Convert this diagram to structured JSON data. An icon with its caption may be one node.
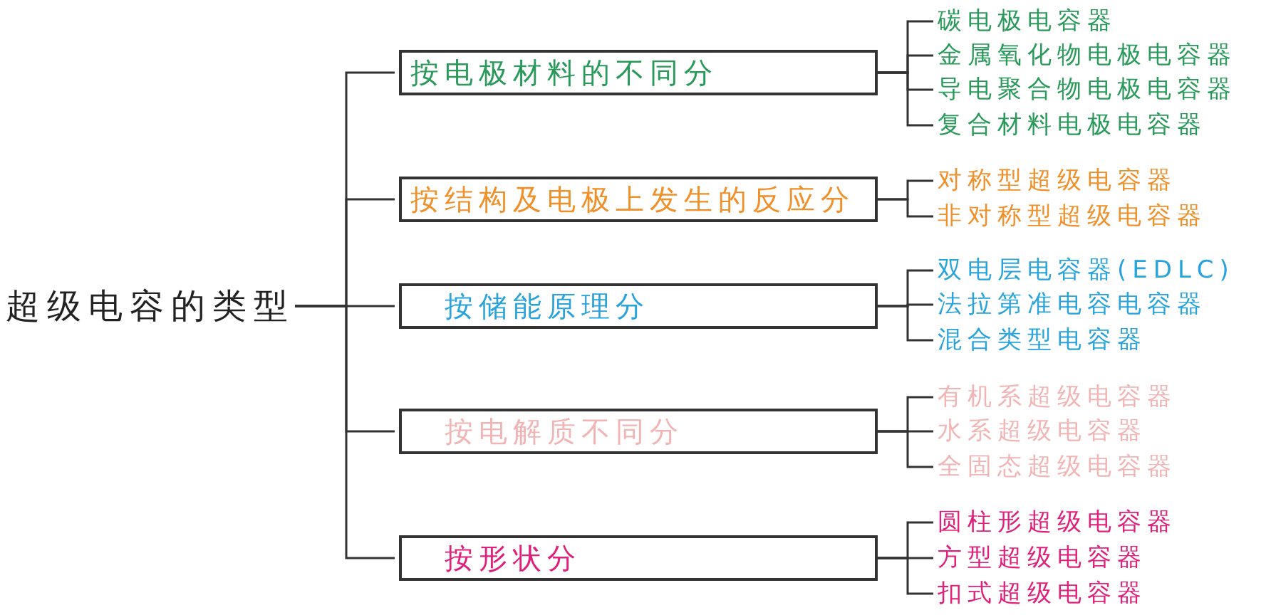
{
  "diagram": {
    "nodes": [
      {
        "text": [
          "超级电容的类型"
        ]
      },
      {
        "text": [
          "按电极材料的不同分"
        ]
      },
      {
        "text": [
          "碳电极电容器"
        ]
      },
      {
        "text": [
          "金属氧化物电极电容器"
        ]
      },
      {
        "text": [
          "导电聚合物电极电容器"
        ]
      },
      {
        "text": [
          "复合材料电极电容器"
        ]
      },
      {
        "text": [
          "按结构及电极上发生的反应分"
        ]
      },
      {
        "text": [
          "对称型超级电容器"
        ]
      },
      {
        "text": [
          "非对称型超级电容器"
        ]
      },
      {
        "text": [
          "按储能原理分"
        ]
      },
      {
        "text": [
          "双电层电容器(EDLC)"
        ]
      },
      {
        "text": [
          "法拉第准电容电容器"
        ]
      },
      {
        "text": [
          "混合类型电容器"
        ]
      },
      {
        "text": [
          "按电解质不同分"
        ]
      },
      {
        "text": [
          "有机系超级电容器"
        ]
      },
      {
        "text": [
          "水系超级电容器"
        ]
      },
      {
        "text": [
          "全固态超级电容器"
        ]
      },
      {
        "text": [
          "按形状分"
        ]
      },
      {
        "text": [
          "圆柱形超级电容器"
        ]
      },
      {
        "text": [
          "方型超级电容器"
        ]
      },
      {
        "text": [
          "扣式超级电容器"
        ]
      }
    ],
    "edges": [
      {
        "from": 0,
        "to": 1,
        "arrow": "none"
      },
      {
        "from": 0,
        "to": 6,
        "arrow": "none"
      },
      {
        "from": 0,
        "to": 9,
        "arrow": "none"
      },
      {
        "from": 0,
        "to": 13,
        "arrow": "none"
      },
      {
        "from": 0,
        "to": 17,
        "arrow": "none"
      },
      {
        "from": 1,
        "to": 2,
        "arrow": "none"
      },
      {
        "from": 1,
        "to": 3,
        "arrow": "none"
      },
      {
        "from": 1,
        "to": 4,
        "arrow": "none"
      },
      {
        "from": 1,
        "to": 5,
        "arrow": "none"
      },
      {
        "from": 6,
        "to": 7,
        "arrow": "none"
      },
      {
        "from": 6,
        "to": 8,
        "arrow": "none"
      },
      {
        "from": 9,
        "to": 10,
        "arrow": "none"
      },
      {
        "from": 9,
        "to": 11,
        "arrow": "none"
      },
      {
        "from": 9,
        "to": 12,
        "arrow": "none"
      },
      {
        "from": 13,
        "to": 14,
        "arrow": "none"
      },
      {
        "from": 13,
        "to": 15,
        "arrow": "none"
      },
      {
        "from": 13,
        "to": 16,
        "arrow": "none"
      },
      {
        "from": 17,
        "to": 18,
        "arrow": "none"
      },
      {
        "from": 17,
        "to": 19,
        "arrow": "none"
      },
      {
        "from": 17,
        "to": 20,
        "arrow": "none"
      }
    ]
  }
}
